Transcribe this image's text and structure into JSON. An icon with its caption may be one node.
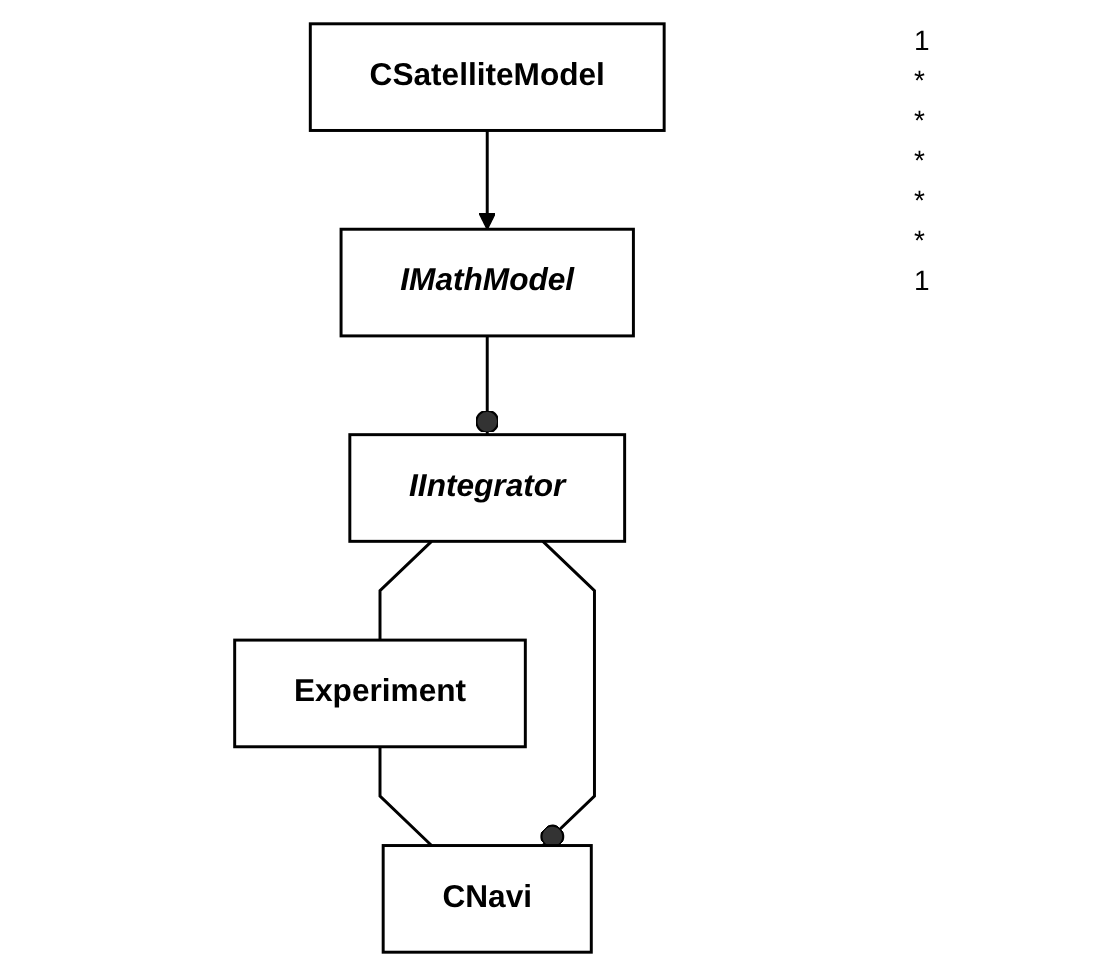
{
  "diagram": {
    "nodes": [
      {
        "text": [
          "IIntegrator"
        ]
      },
      {
        "text": [
          "IMathModel"
        ]
      },
      {
        "text": [
          "Experiment"
        ]
      },
      {
        "text": [
          "CSatelliteModel"
        ]
      },
      {
        "text": [
          "CNavi"
        ]
      }
    ],
    "edges": [
      {
        "from": 1,
        "to": 0,
        "arrow": "other"
      },
      {
        "from": 3,
        "to": 1,
        "arrow": "to"
      },
      {
        "from": 0,
        "to": 2,
        "arrow": "none"
      },
      {
        "from": 2,
        "to": 4,
        "arrow": "none"
      },
      {
        "from": 0,
        "to": 4,
        "arrow": "other"
      }
    ],
    "labels": [
      "1",
      "*",
      "*",
      "*",
      "*",
      "*",
      "1"
    ]
  }
}
